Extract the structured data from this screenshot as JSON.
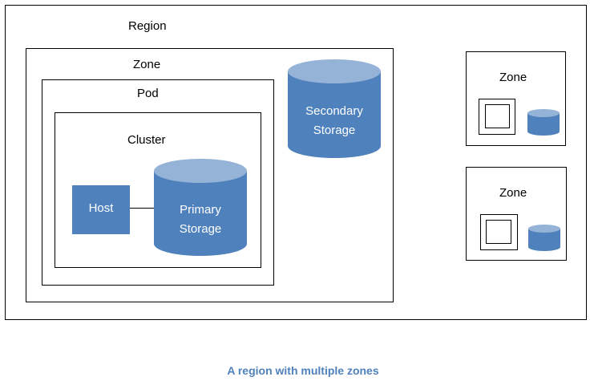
{
  "diagram": {
    "region_label": "Region",
    "zone_label": "Zone",
    "pod_label": "Pod",
    "cluster_label": "Cluster",
    "host_label": "Host",
    "primary_storage": {
      "line1": "Primary",
      "line2": "Storage"
    },
    "secondary_storage": {
      "line1": "Secondary",
      "line2": "Storage"
    },
    "side_zones": [
      {
        "label": "Zone"
      },
      {
        "label": "Zone"
      }
    ],
    "caption": "A region with multiple zones"
  },
  "colors": {
    "storage_body": "#4f81bd",
    "storage_top": "#95b3d7",
    "host_fill": "#4f81bd",
    "caption": "#4f81bd",
    "border": "#000000"
  }
}
